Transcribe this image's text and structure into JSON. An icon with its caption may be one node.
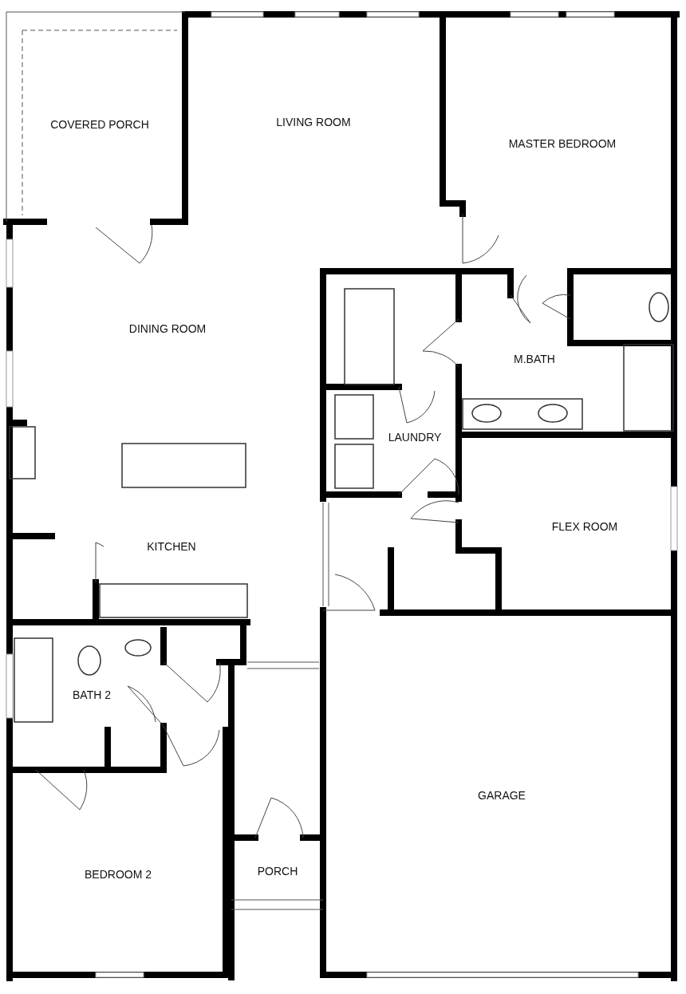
{
  "diagram": {
    "labels": [
      "LIVING ROOM",
      "COVERED PORCH",
      "MASTER BEDROOM",
      "DINING ROOM",
      "M.BATH",
      "LAUNDRY",
      "FLEX ROOM",
      "KITCHEN",
      "BATH 2",
      "GARAGE",
      "PORCH",
      "BEDROOM 2"
    ]
  }
}
